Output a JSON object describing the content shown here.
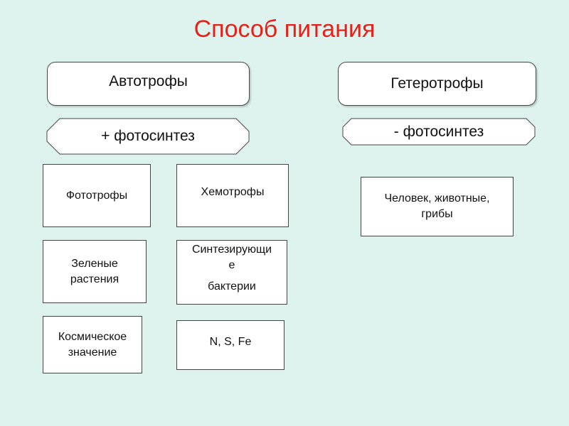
{
  "title": "Способ питания",
  "autotrophs": {
    "label": "Автотрофы",
    "photosynthesis": "+ фотосинтез",
    "phototrophs": "Фототрофы",
    "chemotrophs": "Хемотрофы",
    "green_plants": [
      "Зеленые",
      "растения"
    ],
    "synthesizing": [
      "Синтезирующи",
      "е",
      "бактерии"
    ],
    "cosmic": [
      "Космическое",
      "значение"
    ],
    "elements": "N, S, Fe"
  },
  "heterotrophs": {
    "label": "Гетеротрофы",
    "photosynthesis": "- фотосинтез",
    "examples": [
      "Человек, животные,",
      "грибы"
    ]
  }
}
